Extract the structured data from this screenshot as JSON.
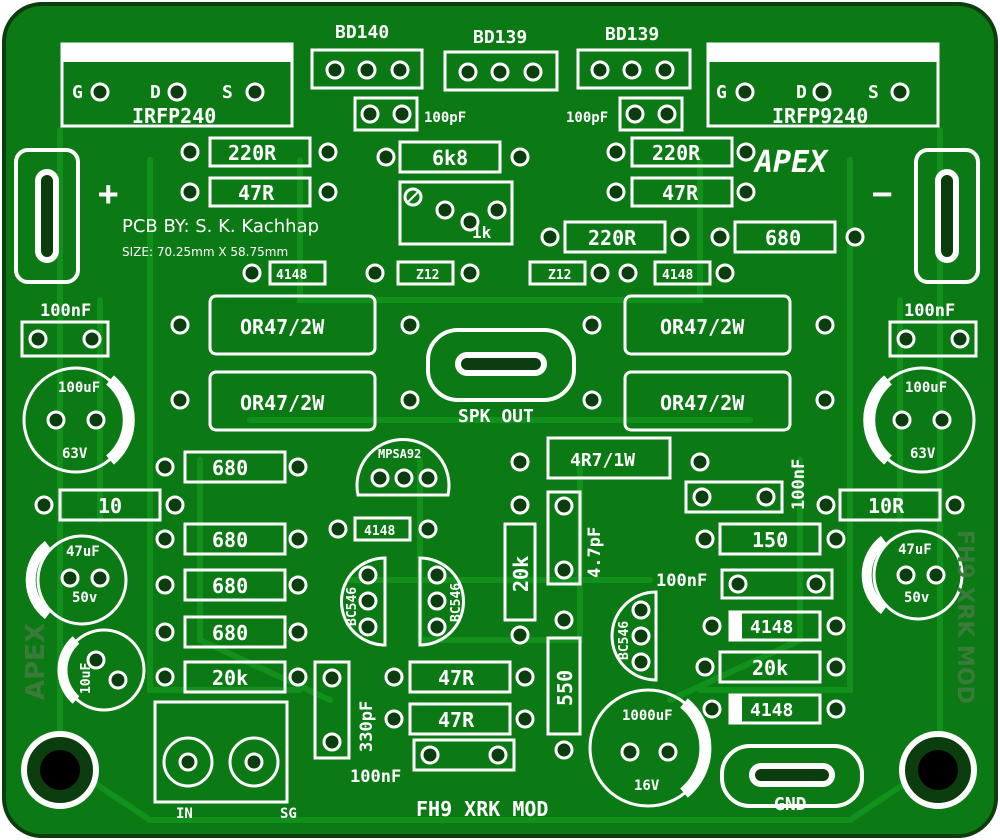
{
  "board": {
    "bg_color": "#0b7a14",
    "copper_color": "#0a6410",
    "trace_color": "#12901c",
    "silk_color": "#ffffff",
    "pad_color": "#0b3d0e"
  },
  "header_labels": {
    "bd140": "BD140",
    "bd139_a": "BD139",
    "bd139_b": "BD139",
    "mosfet_left": "IRFP240",
    "mosfet_right": "IRFP9240",
    "pin_g": "G",
    "pin_d": "D",
    "pin_s": "S"
  },
  "brand": {
    "apex": "APEX",
    "pcb_by": "PCB BY: S. K. Kachhap",
    "size": "SIZE: 70.25mm X 58.75mm",
    "footer": "FH9  XRK MOD",
    "mirror_left": "APEX",
    "mirror_right": "FH9 XRK MOD"
  },
  "power": {
    "plus": "+",
    "minus": "−"
  },
  "labels": {
    "cap_100pf": "100pF",
    "r220": "220R",
    "r47": "47R",
    "r6k8": "6k8",
    "trim": "1k",
    "r680": "680",
    "d4148": "4148",
    "z12": "Z12",
    "c100nf": "100nF",
    "r047": "OR47/2W",
    "spk": "SPK OUT",
    "c100uf": "100uF",
    "v63": "63V",
    "mpsa92": "MPSA92",
    "r4r7": "4R7/1W",
    "r10": "10",
    "r10r": "10R",
    "c47pf": "4.7pF",
    "r20k": "20k",
    "r150": "150",
    "c47uf": "47uF",
    "v50": "50v",
    "bc546": "BC546",
    "c10uf": "10uF",
    "c330pf": "330pF",
    "r550": "550",
    "c1000uf": "1000uF",
    "v16": "16V",
    "gnd": "GND",
    "in": "IN",
    "sg": "SG"
  }
}
